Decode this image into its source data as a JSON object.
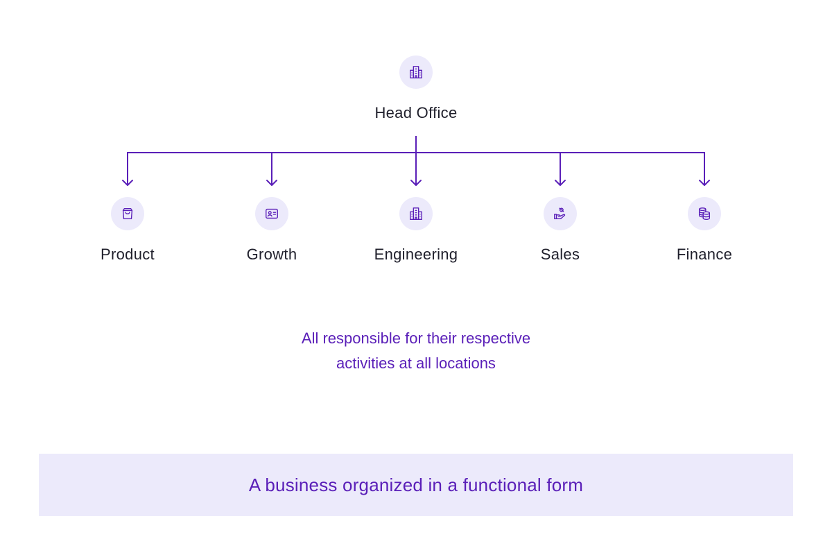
{
  "colors": {
    "accent": "#5A1FB8",
    "icon_background": "#ECEAFB",
    "label_text": "#1f1f2b",
    "banner_background": "#ECEAFB"
  },
  "root": {
    "label": "Head Office",
    "icon": "office-building-icon"
  },
  "departments": [
    {
      "label": "Product",
      "icon": "shopping-bag-icon"
    },
    {
      "label": "Growth",
      "icon": "id-card-icon"
    },
    {
      "label": "Engineering",
      "icon": "office-building-icon"
    },
    {
      "label": "Sales",
      "icon": "hand-holding-coin-icon"
    },
    {
      "label": "Finance",
      "icon": "coin-stack-icon"
    }
  ],
  "caption": {
    "line1": "All responsible for their respective",
    "line2": "activities at all locations"
  },
  "footer": {
    "text": "A business organized in a functional form"
  }
}
